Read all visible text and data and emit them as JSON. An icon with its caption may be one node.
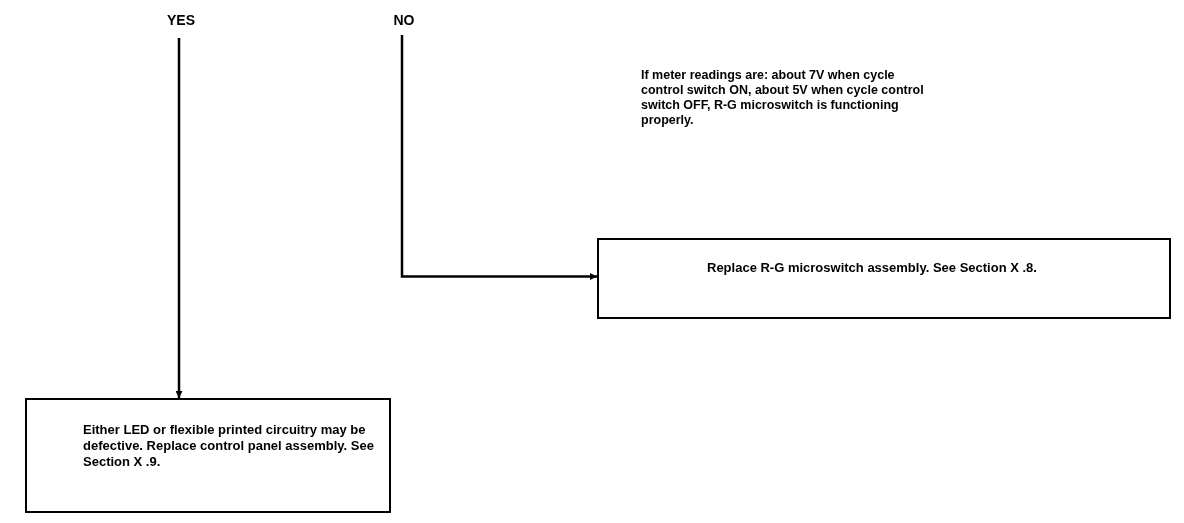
{
  "diagram": {
    "nodes": [
      {
        "text": [
          "YES"
        ]
      },
      {
        "text": [
          "NO"
        ]
      },
      {
        "text": [
          "Replace R-G microswitch assembly. See Section X .8."
        ]
      },
      {
        "text": [
          "Either LED or flexible printed circuitry may be defective. Replace control panel assembly. See Section X .9."
        ]
      }
    ],
    "edges": [
      {
        "from": 1,
        "to": 2,
        "arrow": "to"
      },
      {
        "from": 0,
        "to": 3,
        "arrow": "to"
      }
    ],
    "labels": [
      "If meter readings are: about 7V when cycle control switch ON, about 5V when cycle control switch OFF, R-G microswitch is functioning properly."
    ]
  }
}
